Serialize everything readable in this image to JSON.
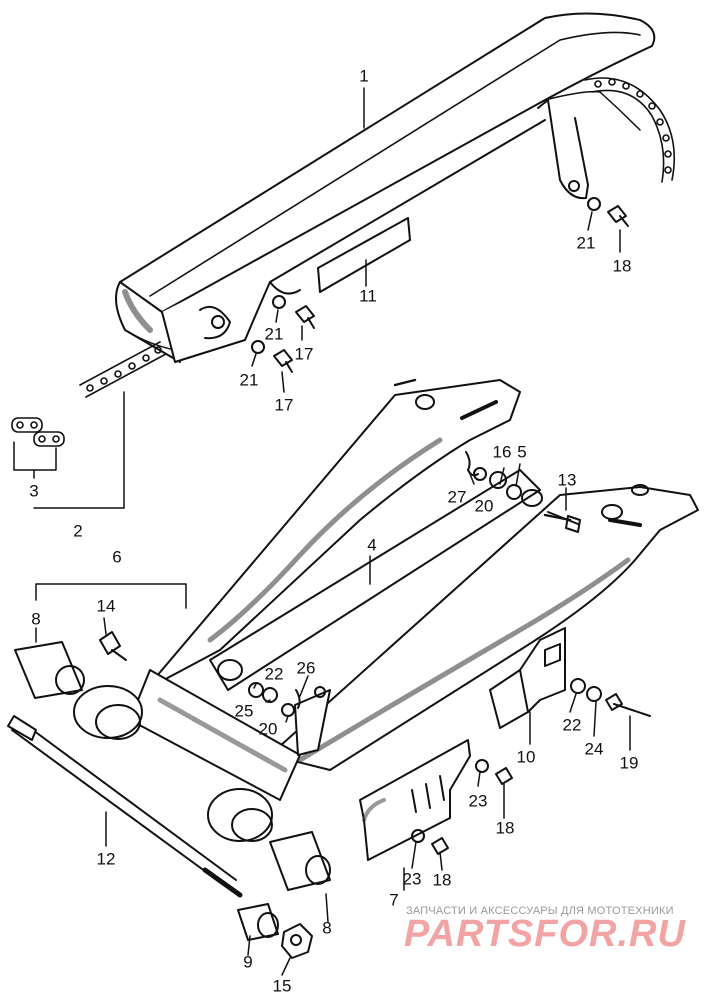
{
  "callouts": [
    {
      "id": "c1",
      "text": "1"
    },
    {
      "id": "c11",
      "text": "11"
    },
    {
      "id": "c21a",
      "text": "21"
    },
    {
      "id": "c18a",
      "text": "18"
    },
    {
      "id": "c21b",
      "text": "21"
    },
    {
      "id": "c17a",
      "text": "17"
    },
    {
      "id": "c21c",
      "text": "21"
    },
    {
      "id": "c17b",
      "text": "17"
    },
    {
      "id": "c3",
      "text": "3"
    },
    {
      "id": "c2",
      "text": "2"
    },
    {
      "id": "c16",
      "text": "16"
    },
    {
      "id": "c5",
      "text": "5"
    },
    {
      "id": "c27",
      "text": "27"
    },
    {
      "id": "c20a",
      "text": "20"
    },
    {
      "id": "c13",
      "text": "13"
    },
    {
      "id": "c4",
      "text": "4"
    },
    {
      "id": "c6",
      "text": "6"
    },
    {
      "id": "c8a",
      "text": "8"
    },
    {
      "id": "c14",
      "text": "14"
    },
    {
      "id": "c22a",
      "text": "22"
    },
    {
      "id": "c26",
      "text": "26"
    },
    {
      "id": "c25",
      "text": "25"
    },
    {
      "id": "c20b",
      "text": "20"
    },
    {
      "id": "c10",
      "text": "10"
    },
    {
      "id": "c22b",
      "text": "22"
    },
    {
      "id": "c24",
      "text": "24"
    },
    {
      "id": "c19",
      "text": "19"
    },
    {
      "id": "c23a",
      "text": "23"
    },
    {
      "id": "c18b",
      "text": "18"
    },
    {
      "id": "c12",
      "text": "12"
    },
    {
      "id": "c7",
      "text": "7"
    },
    {
      "id": "c23b",
      "text": "23"
    },
    {
      "id": "c18c",
      "text": "18"
    },
    {
      "id": "c8b",
      "text": "8"
    },
    {
      "id": "c9",
      "text": "9"
    },
    {
      "id": "c15",
      "text": "15"
    }
  ],
  "watermark": {
    "tagline": "ЗАПЧАСТИ И АКСЕССУАРЫ ДЛЯ МОТОТЕХНИКИ",
    "brand": "PARTSFOR.RU"
  }
}
